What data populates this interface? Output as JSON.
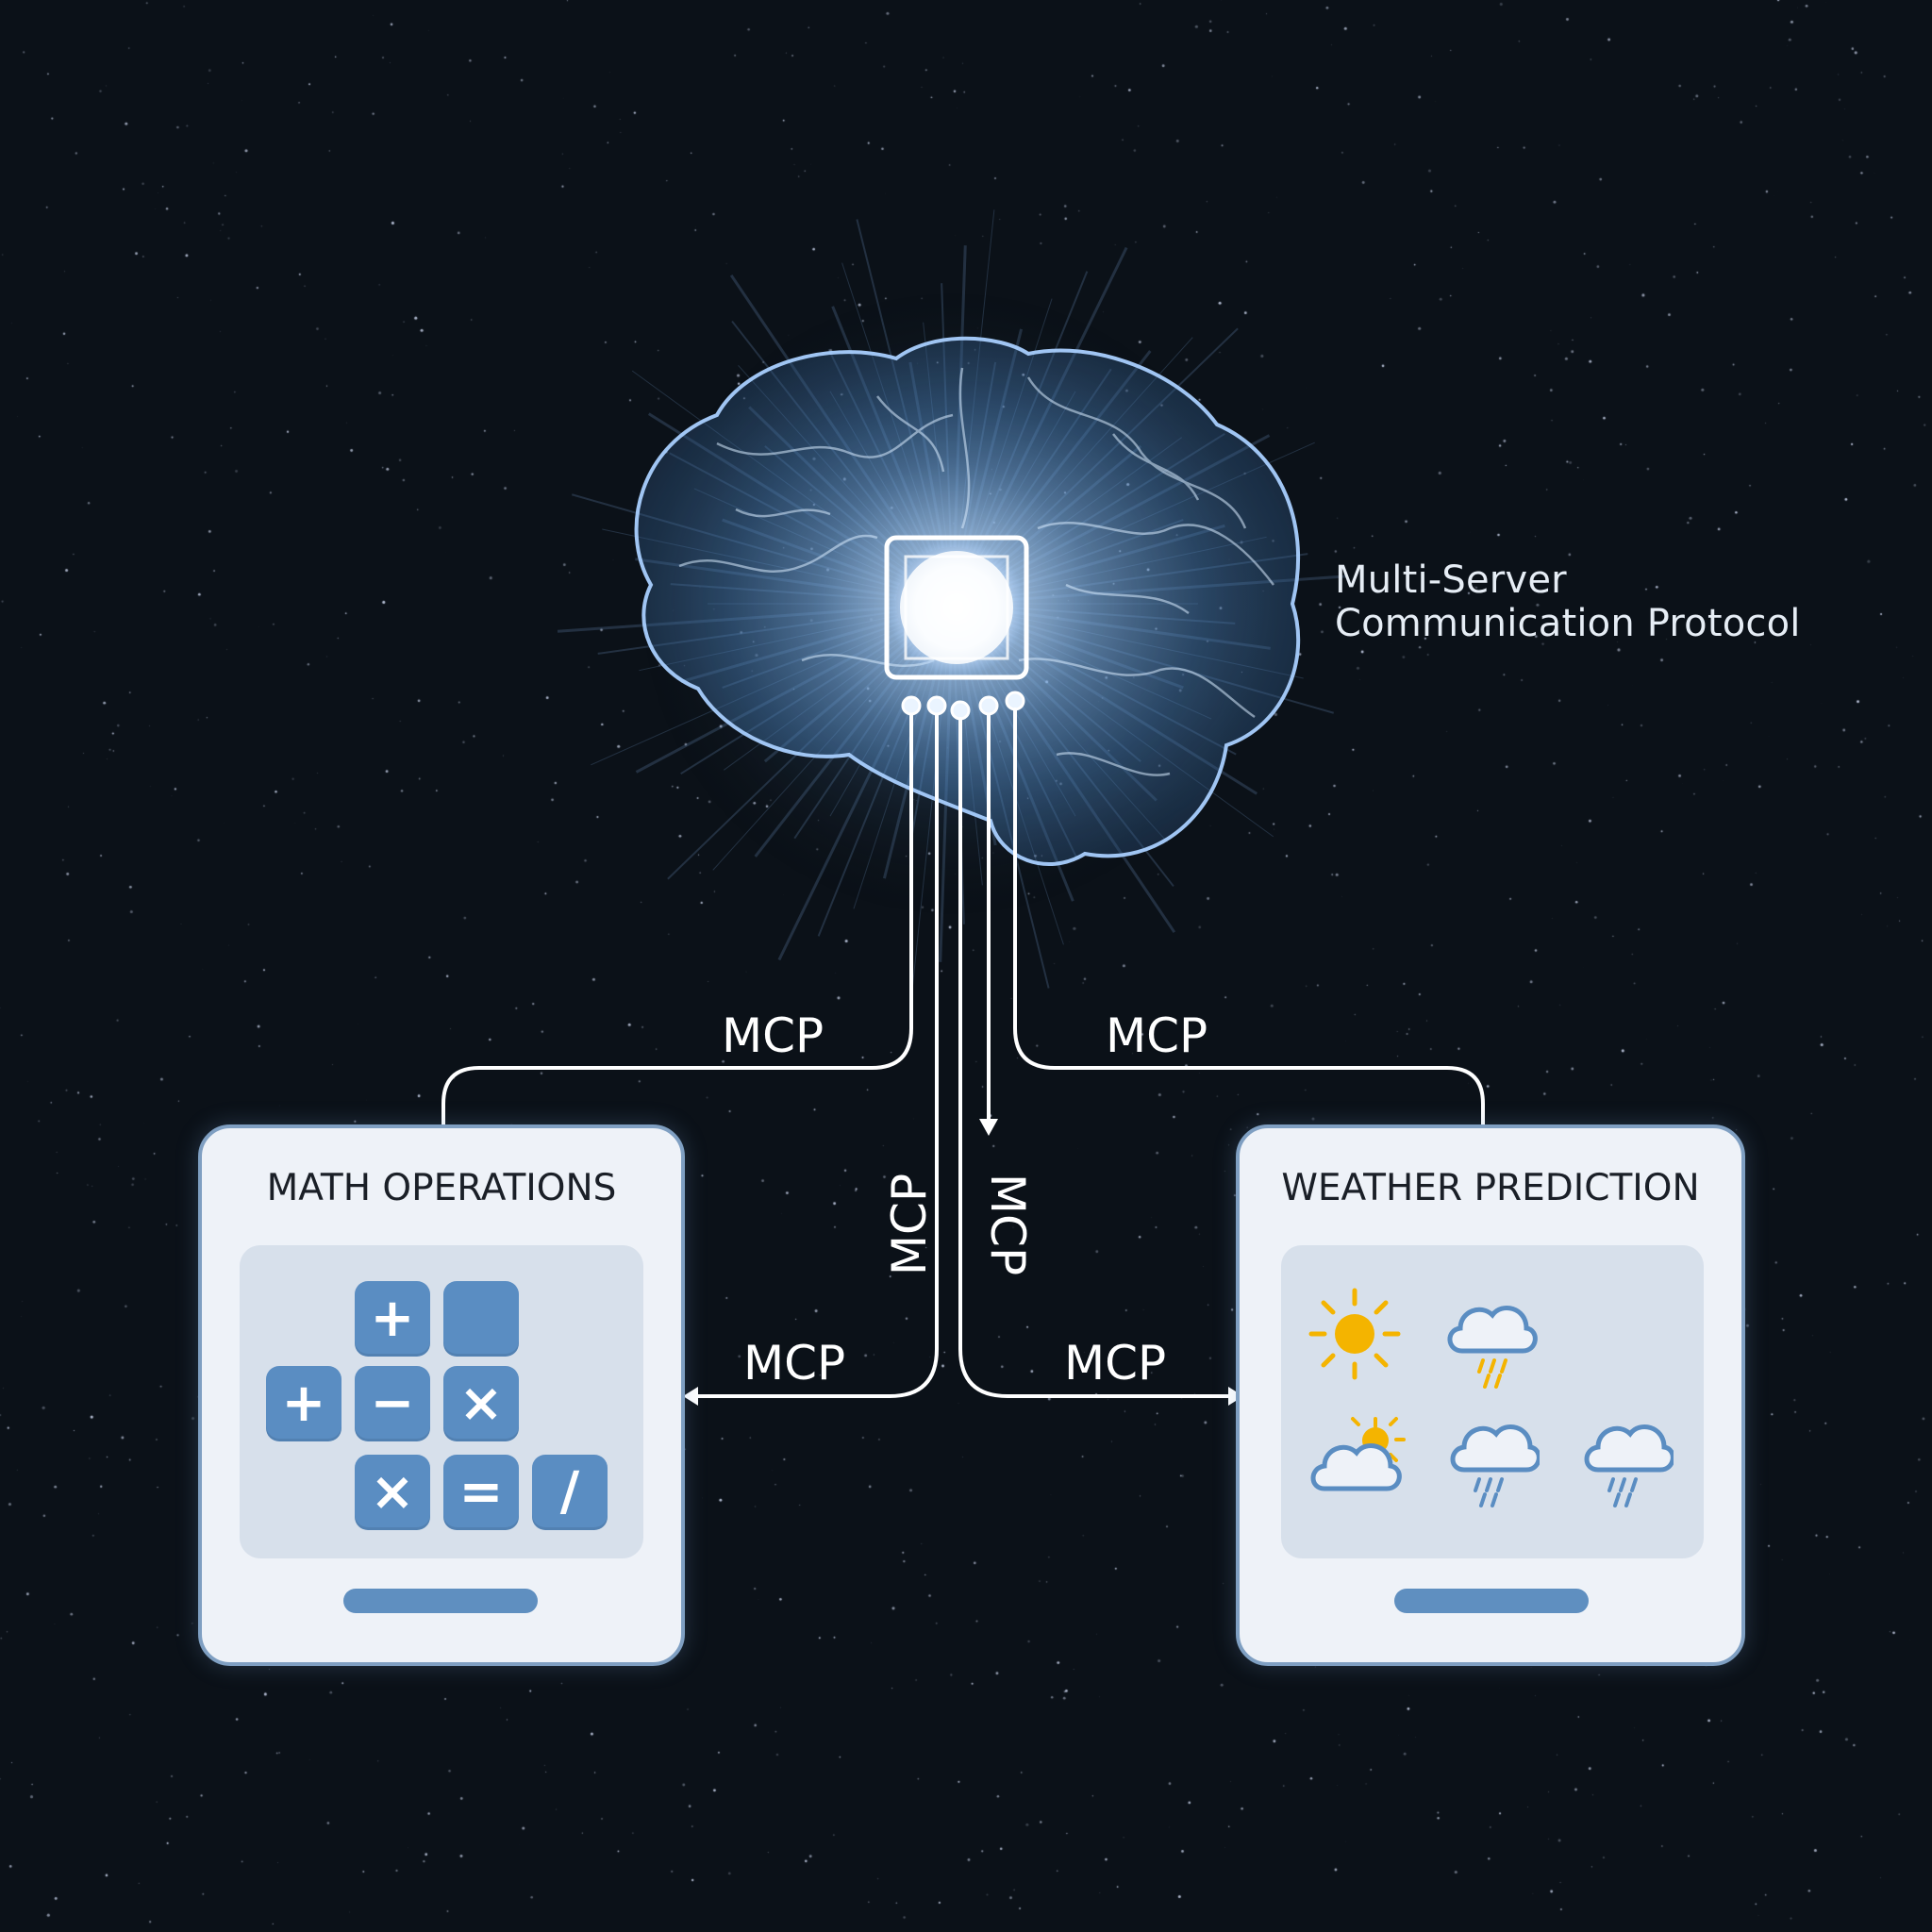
{
  "caption": {
    "line1": "Multi-Server",
    "line2": "Communication Protocol"
  },
  "connector_labels": {
    "left_upper": "MCP",
    "right_upper": "MCP",
    "center_left_vertical": "MCP",
    "center_right_vertical": "MCP",
    "left_lower": "MCP",
    "right_lower": "MCP"
  },
  "math_panel": {
    "title": "MATH OPERATIONS",
    "keys": [
      {
        "symbol": "+"
      },
      {
        "symbol": ""
      },
      {
        "symbol": "+"
      },
      {
        "symbol": "−"
      },
      {
        "symbol": "×"
      },
      {
        "symbol": "×"
      },
      {
        "symbol": "="
      },
      {
        "symbol": "/"
      }
    ]
  },
  "weather_panel": {
    "title": "WEATHER PREDICTION",
    "icons": [
      "sun-icon",
      "rain-cloud-icon",
      "partly-sunny-icon",
      "rain-cloud-icon",
      "rain-cloud-icon"
    ]
  },
  "colors": {
    "background": "#0b1118",
    "brain_glow": "#8fc4ff",
    "panel_border": "#7f9fc2",
    "key_fill": "#5a8dc2",
    "sun": "#f4b400",
    "cloud": "#5a8dc2"
  }
}
